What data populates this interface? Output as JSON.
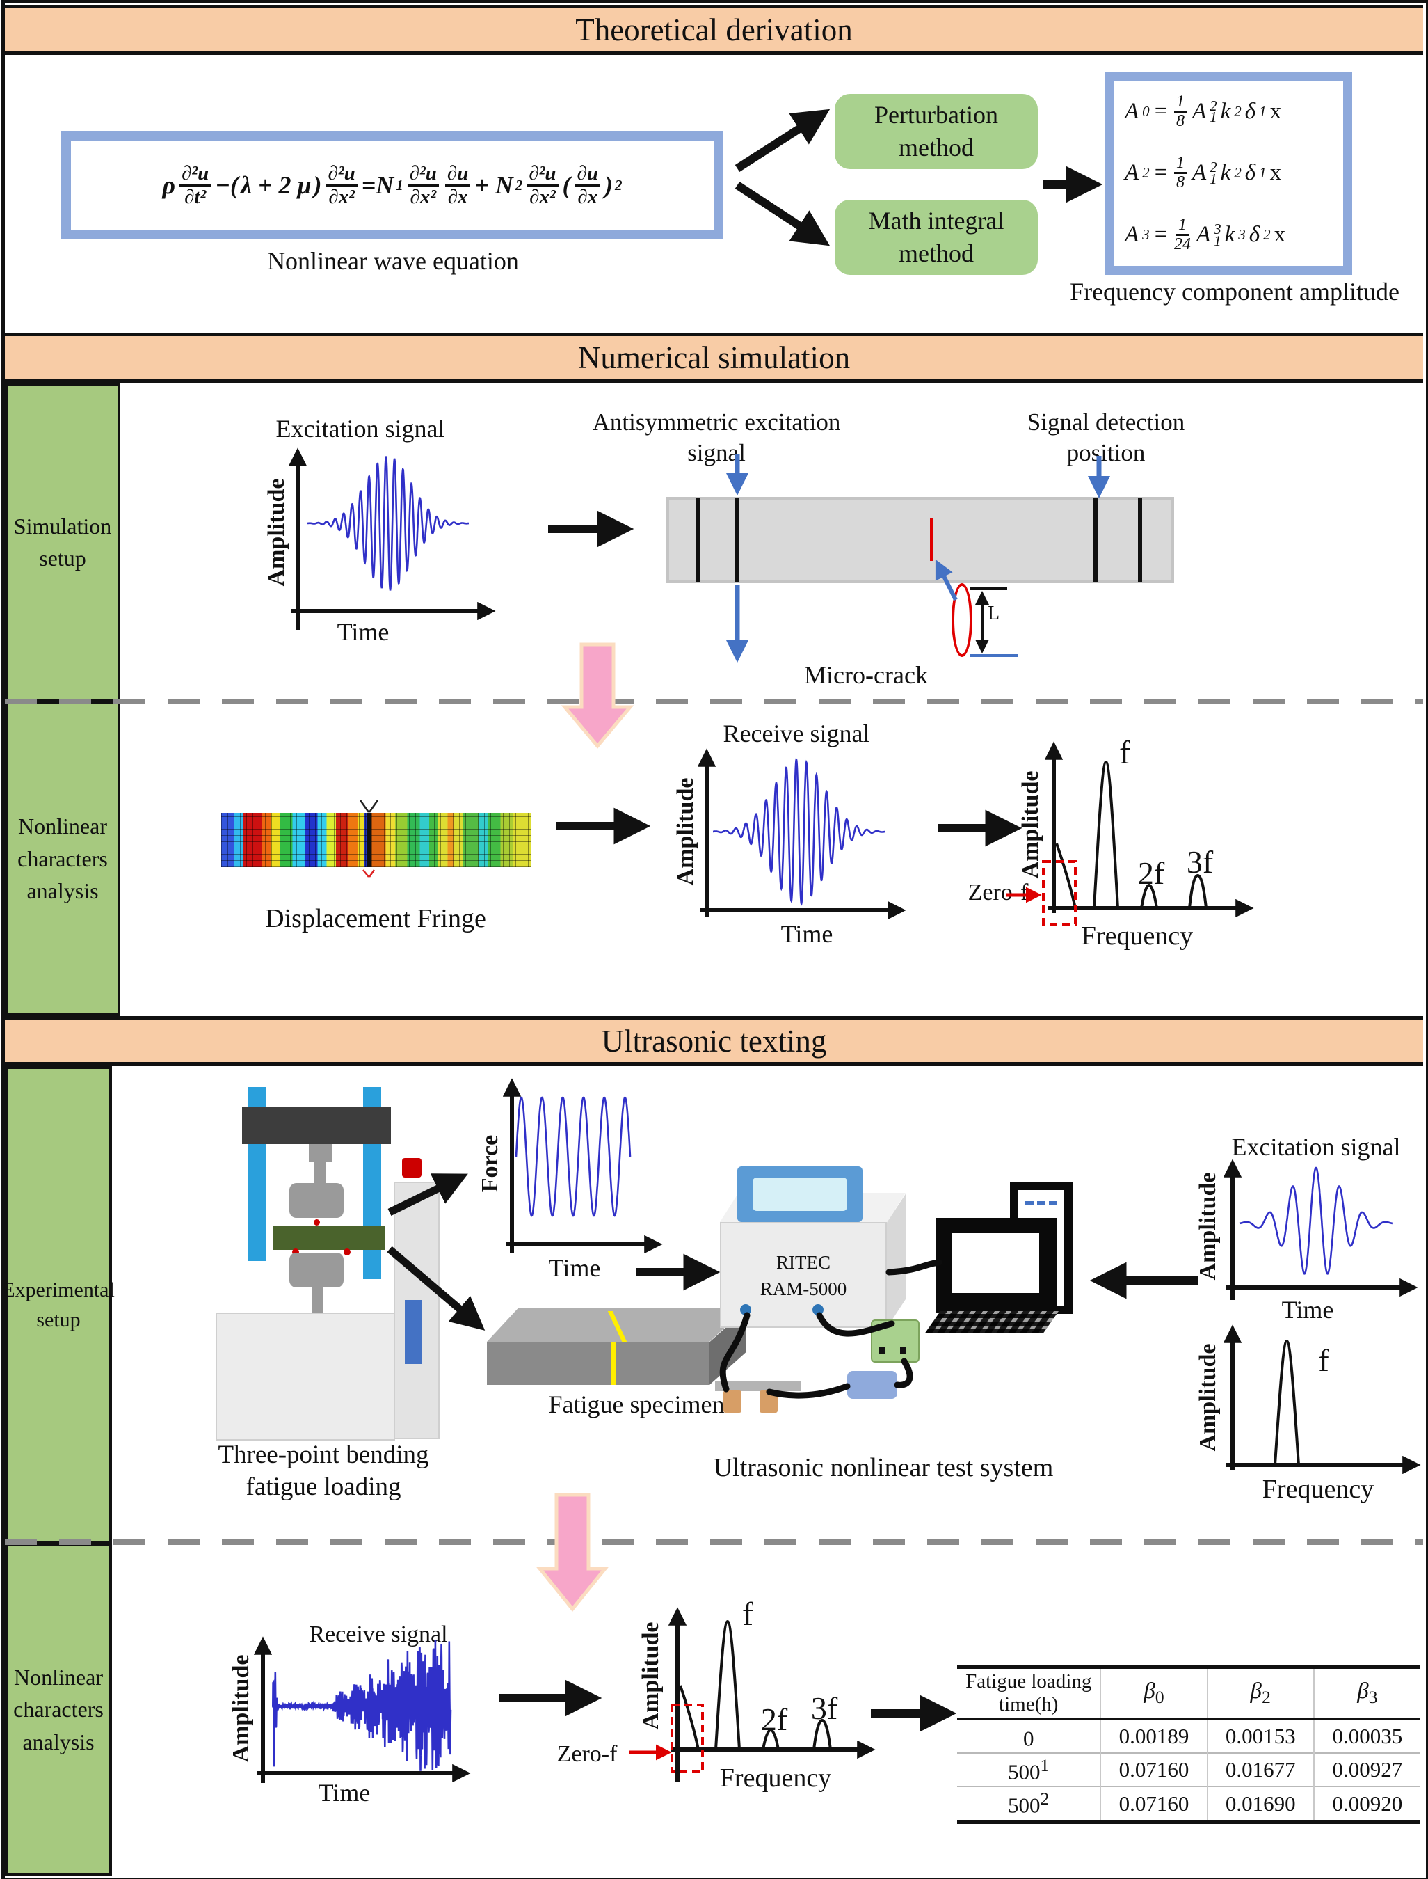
{
  "theoretical": {
    "title": "Theoretical derivation",
    "equation": {
      "rho": "ρ",
      "frac1": {
        "n": "∂²u",
        "d": "∂t²"
      },
      "op1": "−(",
      "lame": "λ + 2 μ",
      "op2": ")",
      "frac2": {
        "n": "∂²u",
        "d": "∂x²"
      },
      "op3": "=N",
      "n1": "1",
      "frac3": {
        "n": "∂²u",
        "d": "∂x²"
      },
      "frac4": {
        "n": "∂u",
        "d": "∂x"
      },
      "op4": "+ N",
      "n2": "2",
      "frac5": {
        "n": "∂²u",
        "d": "∂x²"
      },
      "op5": "(",
      "frac6": {
        "n": "∂u",
        "d": "∂x"
      },
      "op6": ")",
      "sq": "2"
    },
    "equation_caption": "Nonlinear wave equation",
    "method_perturbation": "Perturbation method",
    "method_integral": "Math integral method",
    "formulas": [
      {
        "A": "A",
        "asub": "0",
        "eq": "=",
        "num": "1",
        "den": "8",
        "B": "A",
        "bsup": "2",
        "bsub": "1",
        "k": "k",
        "ksup": "2",
        "d": "δ",
        "dsub": "1",
        "x": "x"
      },
      {
        "A": "A",
        "asub": "2",
        "eq": "=",
        "num": "1",
        "den": "8",
        "B": "A",
        "bsup": "2",
        "bsub": "1",
        "k": "k",
        "ksup": "2",
        "d": "δ",
        "dsub": "1",
        "x": "x"
      },
      {
        "A": "A",
        "asub": "3",
        "eq": "=",
        "num": "1",
        "den": "24",
        "B": "A",
        "bsup": "3",
        "bsub": "1",
        "k": "k",
        "ksup": "3",
        "d": "δ",
        "dsub": "2",
        "x": "x"
      }
    ],
    "formulas_caption": "Frequency component amplitude"
  },
  "numerical": {
    "title": "Numerical simulation",
    "sidebar_setup": "Simulation setup",
    "sidebar_analysis": "Nonlinear characters analysis",
    "excitation": {
      "title": "Excitation signal",
      "ylabel": "Amplitude",
      "xlabel": "Time"
    },
    "beam": {
      "excitation_label": "Antisymmetric excitation signal",
      "detection_label": "Signal detection position",
      "crack_label": "Micro-crack",
      "dim_label": "L"
    },
    "fringe_caption": "Displacement Fringe",
    "receive": {
      "title": "Receive signal",
      "ylabel": "Amplitude",
      "xlabel": "Time"
    },
    "spectrum": {
      "ylabel": "Amplitude",
      "xlabel": "Frequency",
      "zero_label": "Zero-f",
      "f": "f",
      "f2": "2f",
      "f3": "3f"
    }
  },
  "ultrasonic": {
    "title": "Ultrasonic texting",
    "sidebar_setup": "Experimental setup",
    "sidebar_analysis": "Nonlinear characters analysis",
    "force_plot": {
      "ylabel": "Force",
      "xlabel": "Time"
    },
    "machine_caption_1": "Three-point bending",
    "machine_caption_2": "fatigue  loading",
    "specimen_caption": "Fatigue specimens",
    "device": {
      "brand": "RITEC",
      "model": "RAM-5000"
    },
    "system_caption": "Ultrasonic nonlinear test system",
    "excitation": {
      "title": "Excitation signal",
      "ylabel": "Amplitude",
      "xlabel": "Time"
    },
    "spectrum_small": {
      "ylabel": "Amplitude",
      "xlabel": "Frequency",
      "f": "f"
    },
    "receive": {
      "title": "Receive signal",
      "ylabel": "Amplitude",
      "xlabel": "Time"
    },
    "spectrum": {
      "ylabel": "Amplitude",
      "xlabel": "Frequency",
      "zero_label": "Zero-f",
      "f": "f",
      "f2": "2f",
      "f3": "3f"
    },
    "table": {
      "col0_header": "Fatigue loading time(h)",
      "beta_headers": [
        {
          "b": "β",
          "s": "0"
        },
        {
          "b": "β",
          "s": "2"
        },
        {
          "b": "β",
          "s": "3"
        }
      ],
      "rows": [
        {
          "time": "0",
          "tsup": "",
          "b0": "0.00189",
          "b2": "0.00153",
          "b3": "0.00035"
        },
        {
          "time": "500",
          "tsup": "1",
          "b0": "0.07160",
          "b2": "0.01677",
          "b3": "0.00927"
        },
        {
          "time": "500",
          "tsup": "2",
          "b0": "0.07160",
          "b2": "0.01690",
          "b3": "0.00920"
        }
      ]
    }
  },
  "colors": {
    "header_bg": "#f8cca6",
    "sidebar_bg": "#a6c97f",
    "method_bg": "#a9d18e",
    "math_box_border": "#8ea9db",
    "signal_blue": "#3030c8",
    "accent_red": "#cc0000",
    "pink_arrow": "#f7a6c9",
    "beam_gray": "#d9d9d9"
  }
}
